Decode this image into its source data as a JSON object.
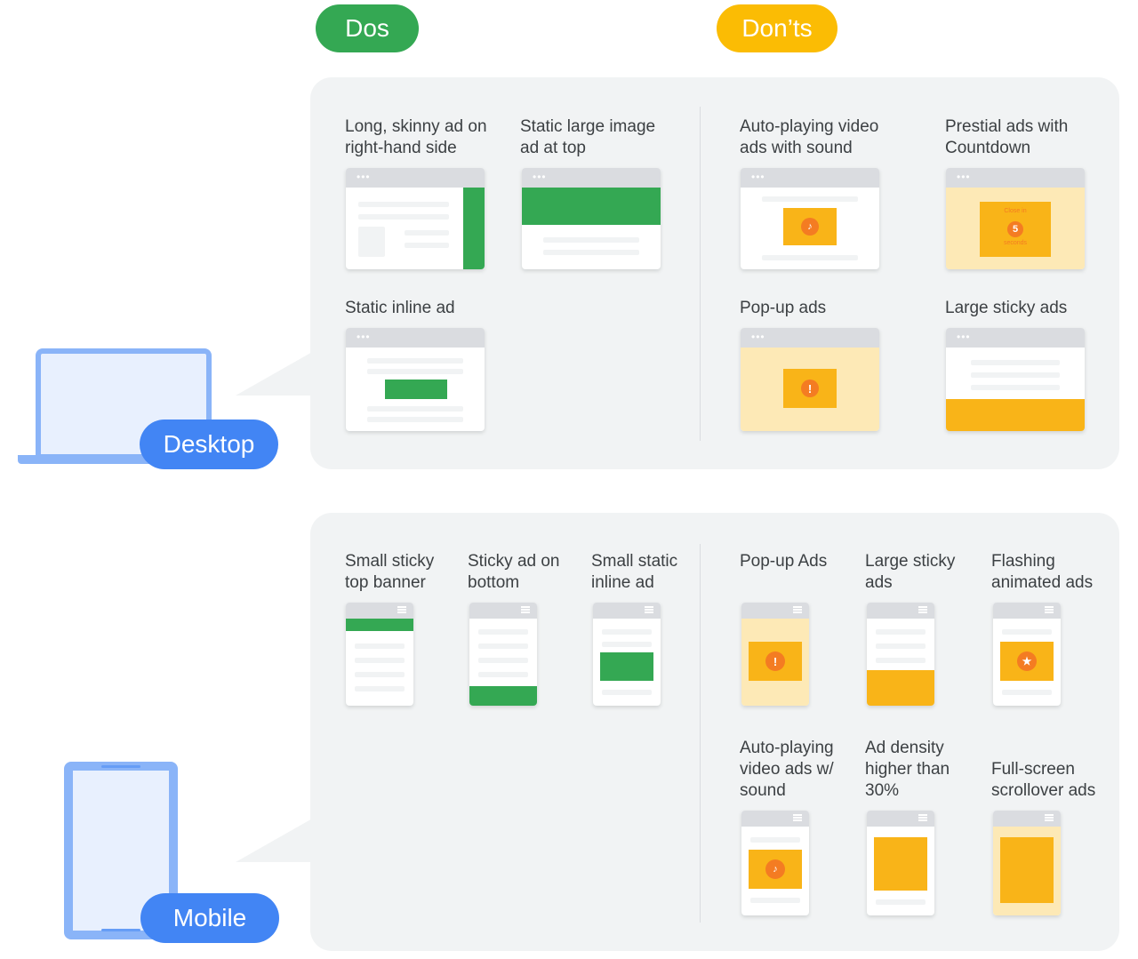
{
  "header": {
    "dos": "Dos",
    "donts": "Don’ts"
  },
  "devices": {
    "desktop": "Desktop",
    "mobile": "Mobile"
  },
  "desktop": {
    "dos": [
      {
        "label": "Long, skinny ad on right-hand side"
      },
      {
        "label": "Static large image ad at top"
      },
      {
        "label": "Static inline ad"
      }
    ],
    "donts": [
      {
        "label": "Auto-playing video ads with sound"
      },
      {
        "label": "Prestial ads with Countdown"
      },
      {
        "label": "Pop-up ads"
      },
      {
        "label": "Large sticky ads"
      }
    ],
    "countdown_text": {
      "line1": "Close in",
      "number": "5",
      "line2": "seconds"
    }
  },
  "mobile": {
    "dos": [
      {
        "label": "Small sticky top banner"
      },
      {
        "label": "Sticky ad on bottom"
      },
      {
        "label": "Small static inline ad"
      }
    ],
    "donts": [
      {
        "label": "Pop-up Ads"
      },
      {
        "label": "Large sticky ads"
      },
      {
        "label": "Flashing animated ads"
      },
      {
        "label": "Auto-playing video ads w/ sound"
      },
      {
        "label": "Ad density higher than 30%"
      },
      {
        "label": "Full-screen scrollover ads"
      }
    ]
  },
  "colors": {
    "do": "#34a853",
    "dont": "#fbbc04",
    "device": "#4285f4",
    "panel": "#f1f3f4"
  },
  "icons": {
    "sound": "speaker-icon",
    "alert": "exclamation-icon",
    "star": "star-icon",
    "desktop": "laptop-icon",
    "mobile": "phone-icon"
  }
}
